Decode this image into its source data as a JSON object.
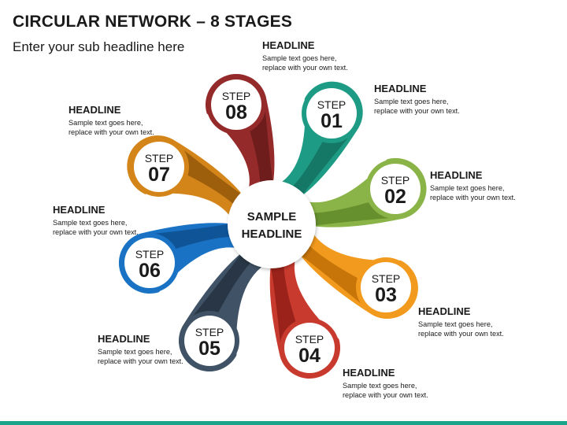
{
  "title": "CIRCULAR NETWORK – 8 STAGES",
  "subtitle": "Enter your sub headline here",
  "center": {
    "line1": "SAMPLE",
    "line2": "HEADLINE"
  },
  "step_word": "STEP",
  "steps": [
    {
      "number": "01",
      "headline": "HEADLINE",
      "text": "Sample text goes here, replace with your own text.",
      "color": "#1e9b84",
      "dark": "#147262"
    },
    {
      "number": "02",
      "headline": "HEADLINE",
      "text": "Sample text goes here, replace with your own text.",
      "color": "#8ab447",
      "dark": "#5f8a2a"
    },
    {
      "number": "03",
      "headline": "HEADLINE",
      "text": "Sample text goes here, replace with your own text.",
      "color": "#f29a1e",
      "dark": "#c06e06"
    },
    {
      "number": "04",
      "headline": "HEADLINE",
      "text": "Sample text goes here, replace with your own text.",
      "color": "#c83a2e",
      "dark": "#931f16"
    },
    {
      "number": "05",
      "headline": "HEADLINE",
      "text": "Sample text goes here, replace with your own text.",
      "color": "#3f5266",
      "dark": "#24313f"
    },
    {
      "number": "06",
      "headline": "HEADLINE",
      "text": "Sample text goes here, replace with your own text.",
      "color": "#1a72c4",
      "dark": "#0d4f8f"
    },
    {
      "number": "07",
      "headline": "HEADLINE",
      "text": "Sample text goes here, replace with your own text.",
      "color": "#d48519",
      "dark": "#94580a"
    },
    {
      "number": "08",
      "headline": "HEADLINE",
      "text": "Sample text goes here, replace with your own text.",
      "color": "#952a2a",
      "dark": "#671a1a"
    }
  ]
}
